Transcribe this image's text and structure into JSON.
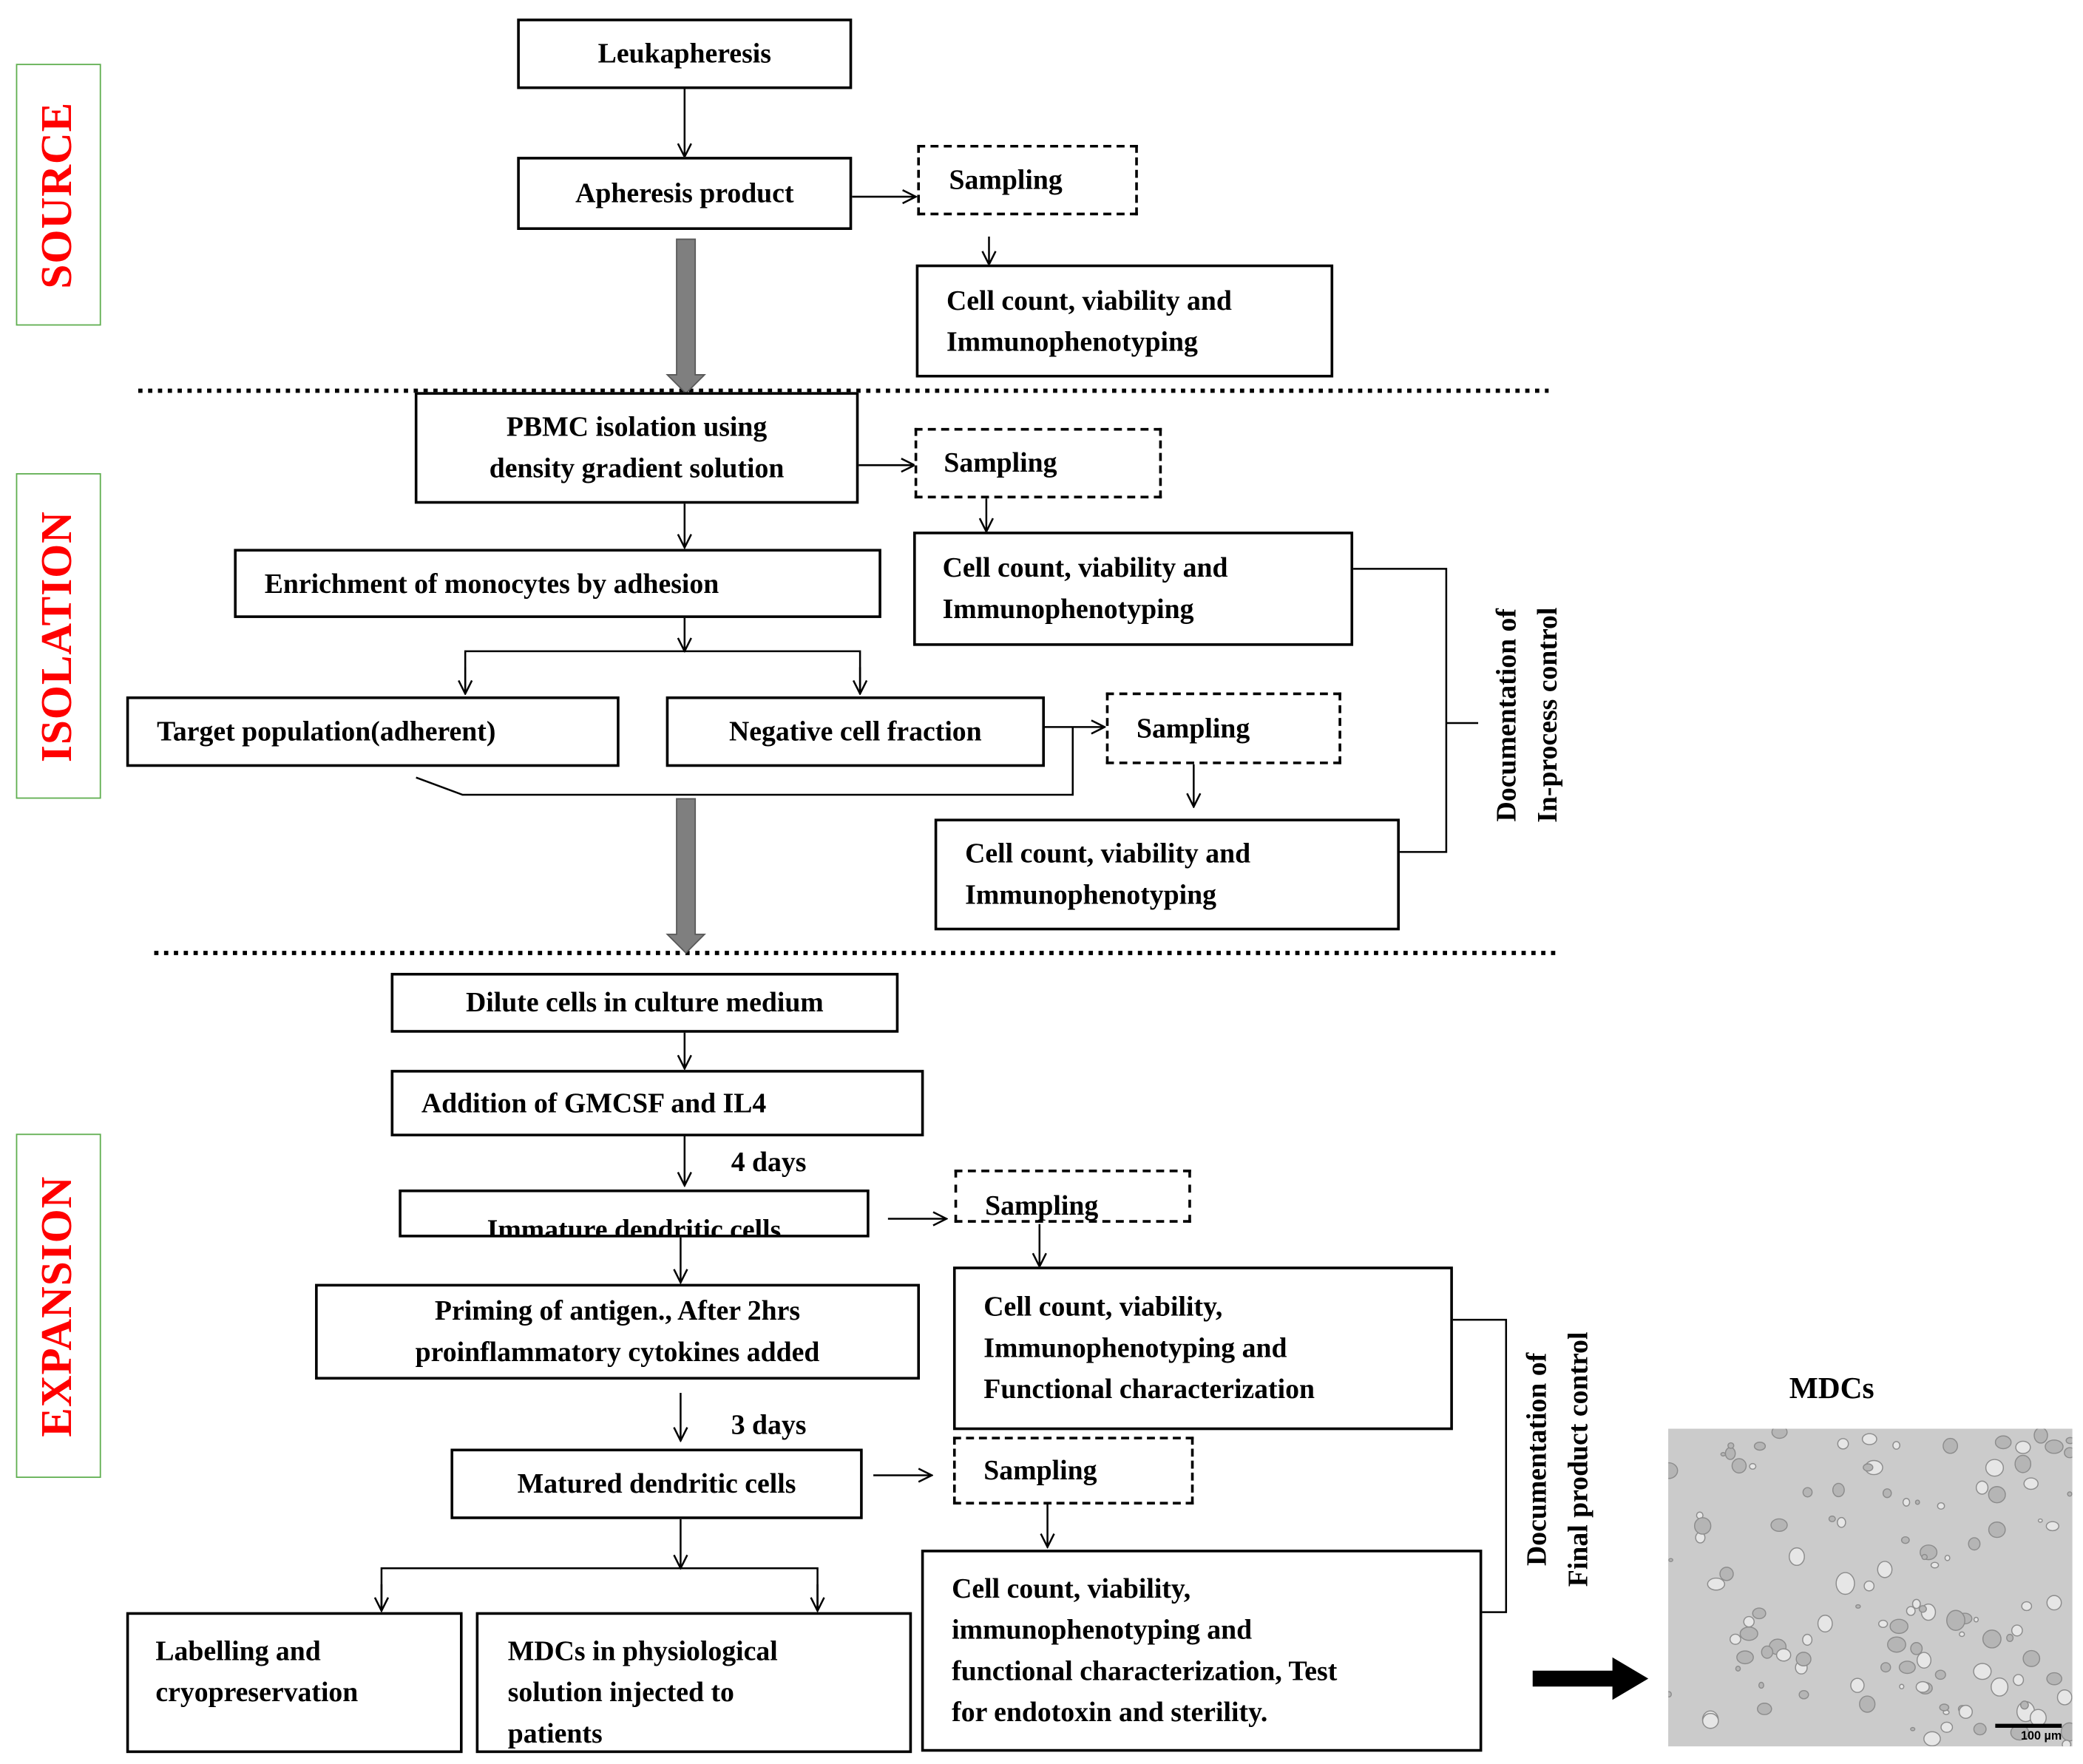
{
  "stages": {
    "source": "SOURCE",
    "isolation": "ISOLATION",
    "expansion": "EXPANSION"
  },
  "source": {
    "leukapheresis": "Leukapheresis",
    "apheresis_product": "Apheresis product",
    "sampling": "Sampling",
    "qc_line1": "Cell count, viability  and",
    "qc_line2": "Immunophenotyping"
  },
  "isolation": {
    "pbmc_line1": "PBMC isolation using",
    "pbmc_line2": "density gradient solution",
    "sampling_1": "Sampling",
    "qc1_line1": "Cell count, viability  and",
    "qc1_line2": "Immunophenotyping",
    "enrichment": "Enrichment  of monocytes by adhesion",
    "target": "Target population(adherent)",
    "negative": "Negative cell fraction",
    "sampling_2": "Sampling",
    "qc2_line1": "Cell count, viability  and",
    "qc2_line2": "Immunophenotyping",
    "doc_line1": "Documentation of",
    "doc_line2": "In-process control"
  },
  "expansion": {
    "dilute": "Dilute cells in culture medium",
    "addition": "Addition  of GMCSF and IL4",
    "days_4": "4 days",
    "immature": "Immature  dendritic  cells",
    "sampling_1": "Sampling",
    "qc1_line1": "Cell count, viability,",
    "qc1_line2": "Immunophenotyping  and",
    "qc1_line3": "Functional characterization",
    "priming_line1": "Priming of antigen., After 2hrs",
    "priming_line2": "proinflammatory  cytokines added",
    "days_3": "3 days",
    "matured": "Matured dendritic  cells",
    "sampling_2": "Sampling",
    "labelling_line1": "Labelling and",
    "labelling_line2": "cryopreservation",
    "mdcs_line1": "MDCs in physiological",
    "mdcs_line2": "solution injected to",
    "mdcs_line3": "patients",
    "qc2_line1": "Cell count, viability,",
    "qc2_line2": "immunophenotyping  and",
    "qc2_line3": "functional characterization, Test",
    "qc2_line4": "for endotoxin and sterility.",
    "doc_line1": "Documentation of",
    "doc_line2": "Final product  control"
  },
  "micrograph": {
    "title": "MDCs",
    "scale_bar": "100 µm"
  },
  "colors": {
    "stage_label_text": "#ff0000",
    "stage_label_border": "#5fae4f",
    "block_arrow": "#7f7f7f"
  }
}
